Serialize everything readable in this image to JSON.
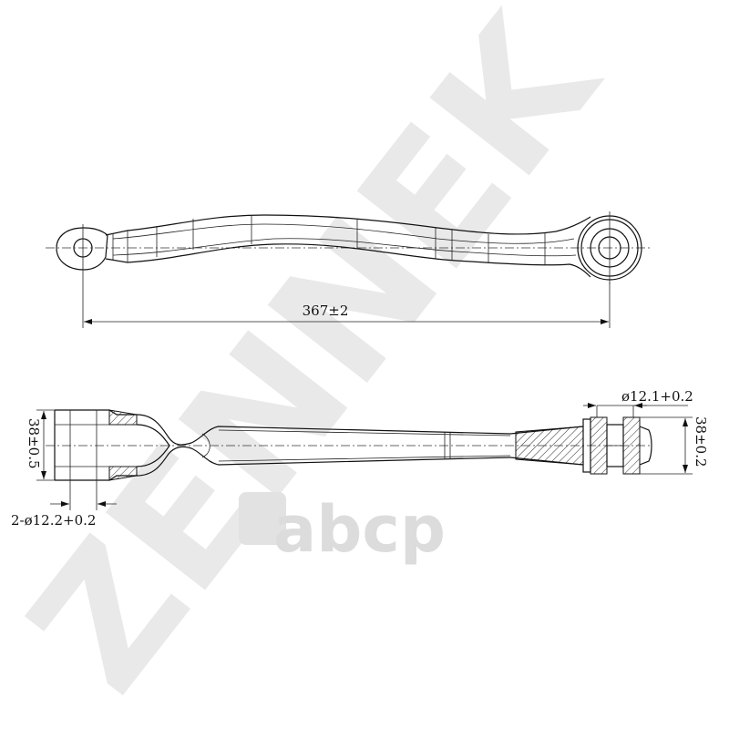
{
  "watermark": {
    "brand": "ZENNEK",
    "badge": "abcp"
  },
  "dimensions": {
    "overall_length": "367±2",
    "fork_height": "38±0.5",
    "fork_holes": "2-ø12.2+0.2",
    "bush_diameter": "ø12.1+0.2",
    "bush_height": "38±0.2"
  }
}
